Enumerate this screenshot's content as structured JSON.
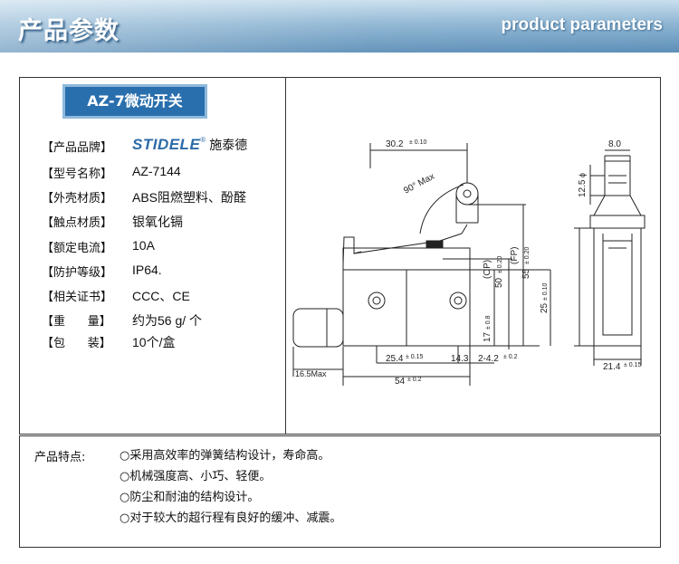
{
  "header": {
    "title_cn": "产品参数",
    "title_en": "product parameters"
  },
  "product": {
    "title": "AZ-7微动开关"
  },
  "specs": [
    {
      "label": "【产品品牌】",
      "brand_logo": "STIDELE",
      "brand_reg": "®",
      "value": "施泰德"
    },
    {
      "label": "【型号名称】",
      "value": "AZ-7144"
    },
    {
      "label": "【外壳材质】",
      "value": "ABS阻燃塑料、酚醛"
    },
    {
      "label": "【触点材质】",
      "value": "银氧化镉"
    },
    {
      "label": "【额定电流】",
      "value": "10A"
    },
    {
      "label": "【防护等级】",
      "value": "IP64."
    },
    {
      "label": "【相关证书】",
      "value": "CCC、CE"
    },
    {
      "label": "【重      量】",
      "value": "约为56 g/ 个"
    },
    {
      "label": "【包      装】",
      "value": "10个/盒"
    }
  ],
  "drawing": {
    "dim_top": "30.2",
    "dim_top_tol": "± 0.10",
    "angle": "90° Max",
    "op": "(OP)",
    "op_val": "50",
    "op_tol": "± 0.20",
    "fp": "(FP)",
    "fp_val": "55",
    "fp_tol": "± 0.20",
    "h25": "25",
    "h25_tol": "± 0.10",
    "h17": "17",
    "h17_tol": "± 0.8",
    "d16": "16.5Max",
    "d254": "25.4",
    "d254_tol": "± 0.15",
    "d143": "14.3",
    "d242": "2-4.2",
    "d242_tol": "± 0.2",
    "d54": "54",
    "d54_tol": "± 0.2",
    "w8": "8.0",
    "h125": "12.5",
    "h125_sym": "ϕ",
    "w214": "21.4",
    "w214_tol": "± 0.15"
  },
  "features": {
    "label": "产品特点:",
    "items": [
      "○采用高效率的弹簧结构设计，寿命高。",
      "○机械强度高、小巧、轻便。",
      "○防尘和耐油的结构设计。",
      "○对于较大的超行程有良好的缓冲、减震。"
    ]
  }
}
